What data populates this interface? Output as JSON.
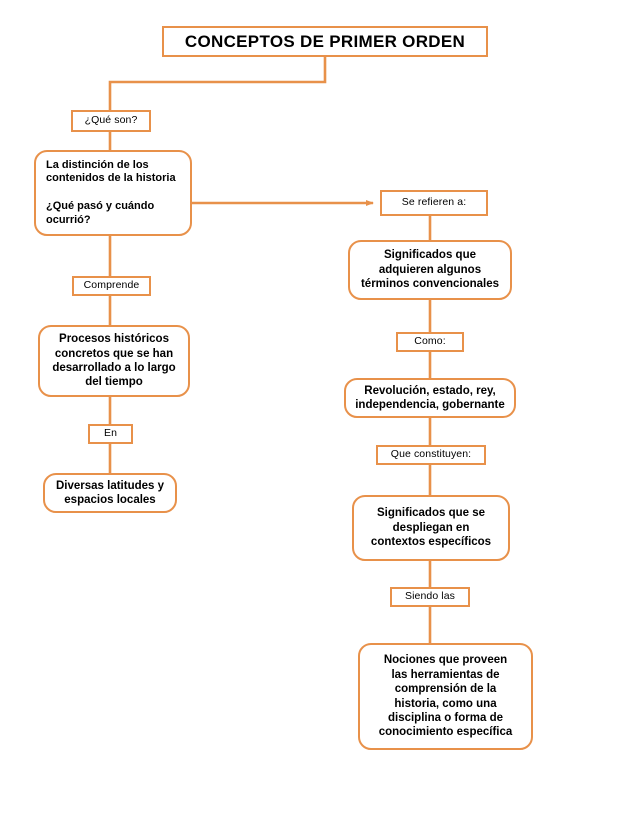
{
  "diagram": {
    "title": "CONCEPTOS DE PRIMER ORDEN",
    "accent_color": "#E8914A",
    "background_color": "#FFFFFF",
    "text_color": "#000000",
    "branches": {
      "left": {
        "connector_1": "¿Qué son?",
        "box_1": "La distinción de los\ncontenidos de la historia\n\n¿Qué pasó y cuándo\nocurrió?",
        "connector_2": "Comprende",
        "box_2": "Procesos históricos\nconcretos que se han\ndesarrollado a lo largo\ndel tiempo",
        "connector_3": "En",
        "box_3": "Diversas latitudes y\nespacios locales"
      },
      "right": {
        "connector_1": "Se refieren a:",
        "box_1": "Significados que\nadquieren algunos\ntérminos convencionales",
        "connector_2": "Como:",
        "box_2": "Revolución, estado, rey,\nindependencia, gobernante",
        "connector_3": "Que constituyen:",
        "box_3": "Significados que se\ndespliegan en\ncontextos específicos",
        "connector_4": "Siendo las",
        "box_4": "Nociones que proveen\nlas herramientas de\ncomprensión de la\nhistoria, como una\ndisciplina o forma de\nconocimiento específica"
      }
    }
  }
}
